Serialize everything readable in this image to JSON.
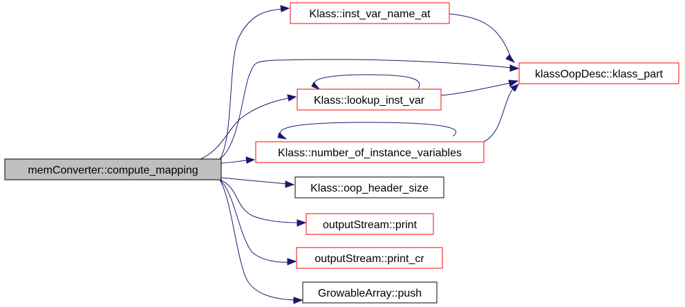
{
  "colors": {
    "root_fill": "#bfbfbf",
    "root_border": "#000000",
    "link_border": "#ff0000",
    "plain_border": "#000000",
    "edge": "#191970"
  },
  "nodes": {
    "compute_mapping": "memConverter::compute_mapping",
    "inst_var_name_at": "Klass::inst_var_name_at",
    "klass_part": "klassOopDesc::klass_part",
    "lookup_inst_var": "Klass::lookup_inst_var",
    "number_of_instance_variables": "Klass::number_of_instance_variables",
    "oop_header_size": "Klass::oop_header_size",
    "print": "outputStream::print",
    "print_cr": "outputStream::print_cr",
    "push": "GrowableArray::push"
  }
}
